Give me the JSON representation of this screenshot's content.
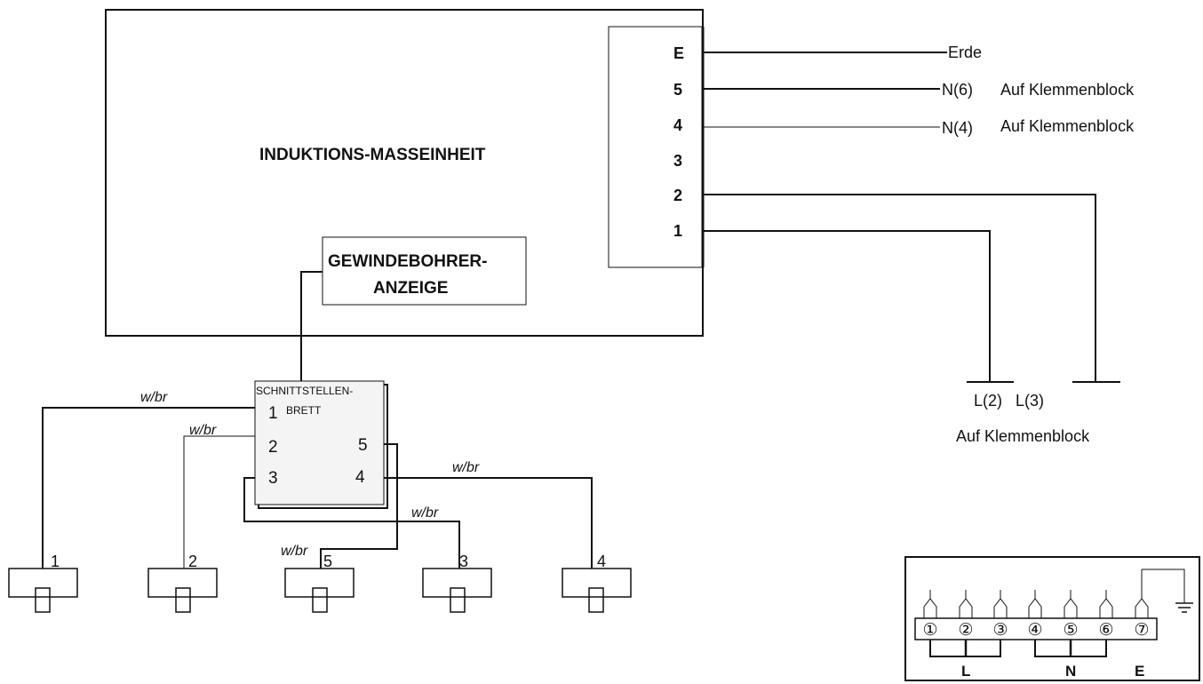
{
  "main_unit": {
    "title": "INDUKTIONS-MASSEINHEIT",
    "terminals": [
      "E",
      "5",
      "4",
      "3",
      "2",
      "1"
    ]
  },
  "tap_display": {
    "line1": "GEWINDEBOHRER-",
    "line2": "ANZEIGE"
  },
  "connections": {
    "erde": "Erde",
    "n6": "N(6)",
    "n6_note": "Auf Klemmenblock",
    "n4": "N(4)",
    "n4_note": "Auf Klemmenblock",
    "l2": "L(2)",
    "l3": "L(3)",
    "l_note": "Auf Klemmenblock"
  },
  "interface_board": {
    "line1": "SCHNITTSTELLEN-",
    "line2": "BRETT",
    "pins": [
      "1",
      "2",
      "3",
      "4",
      "5"
    ]
  },
  "wire_label": "w/br",
  "sensors": [
    "1",
    "2",
    "5",
    "3",
    "4"
  ],
  "terminal_block": {
    "numbers": [
      "①",
      "②",
      "③",
      "④",
      "⑤",
      "⑥",
      "⑦"
    ],
    "groups": {
      "l": "L",
      "n": "N",
      "e": "E"
    }
  }
}
